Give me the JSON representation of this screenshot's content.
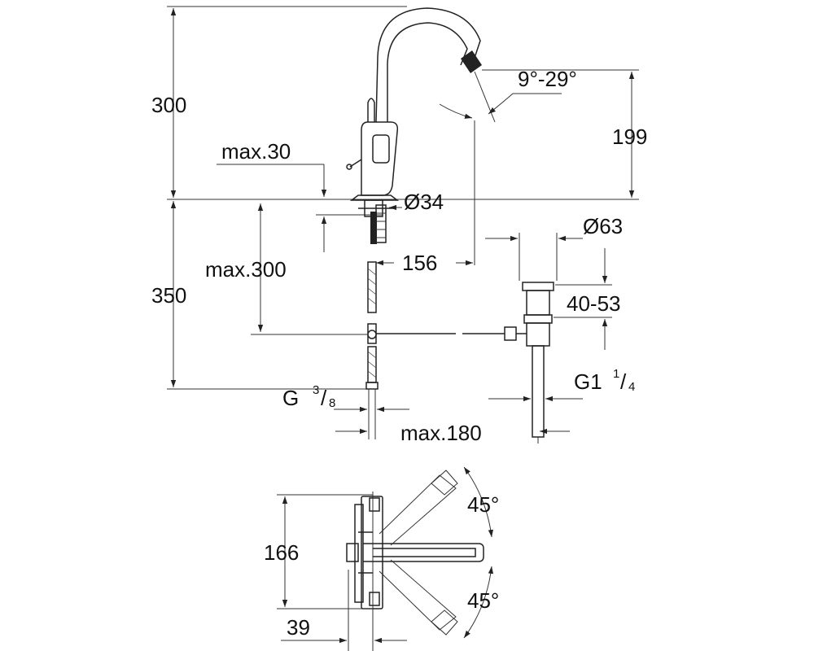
{
  "elevation": {
    "height_total": "300",
    "height_below": "350",
    "spout_height": "199",
    "swivel_angle": "9°-29°",
    "max_thickness": "max.30",
    "hole_diameter": "Ø34",
    "reach": "156",
    "max_rod": "max.300",
    "waste_diameter": "Ø63",
    "waste_range": "40-53",
    "connection_left": {
      "main": "G ",
      "num": "3",
      "slash": "/",
      "den": "8"
    },
    "connection_right": {
      "main": "G1 ",
      "num": "1",
      "slash": "/",
      "den": "4"
    },
    "max_offset": "max.180"
  },
  "plan": {
    "depth": "166",
    "offset": "39",
    "angle_top": "45°",
    "angle_bottom": "45°"
  }
}
